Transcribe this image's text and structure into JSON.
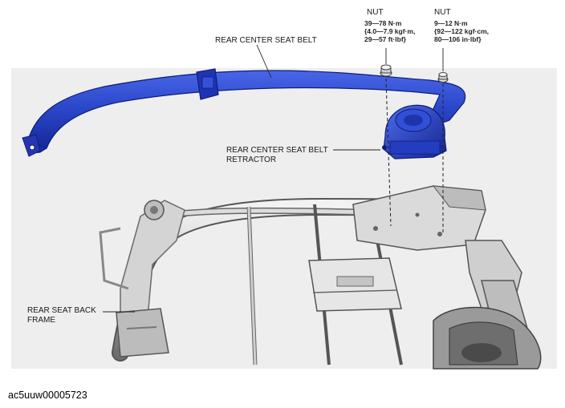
{
  "labels": {
    "rear_center_seat_belt": "REAR CENTER SEAT BELT",
    "retractor_line1": "REAR CENTER SEAT BELT",
    "retractor_line2": "RETRACTOR",
    "frame_line1": "REAR SEAT BACK",
    "frame_line2": "FRAME"
  },
  "nuts": [
    {
      "title": "NUT",
      "torque_line1": "39—78 N·m",
      "torque_line2": "{4.0—7.9 kgf·m,",
      "torque_line3": "29—57 ft·lbf}"
    },
    {
      "title": "NUT",
      "torque_line1": "9—12 N·m",
      "torque_line2": "{92—122 kgf·cm,",
      "torque_line3": "80—106 in·lbf}"
    }
  ],
  "figure_id": "ac5uuw00005723",
  "colors": {
    "belt": "#2a46c8",
    "belt_dark": "#16289a",
    "frame": "#c8c8c8",
    "frame_dark": "#7a7a7a",
    "panel": "#eaeaea"
  }
}
